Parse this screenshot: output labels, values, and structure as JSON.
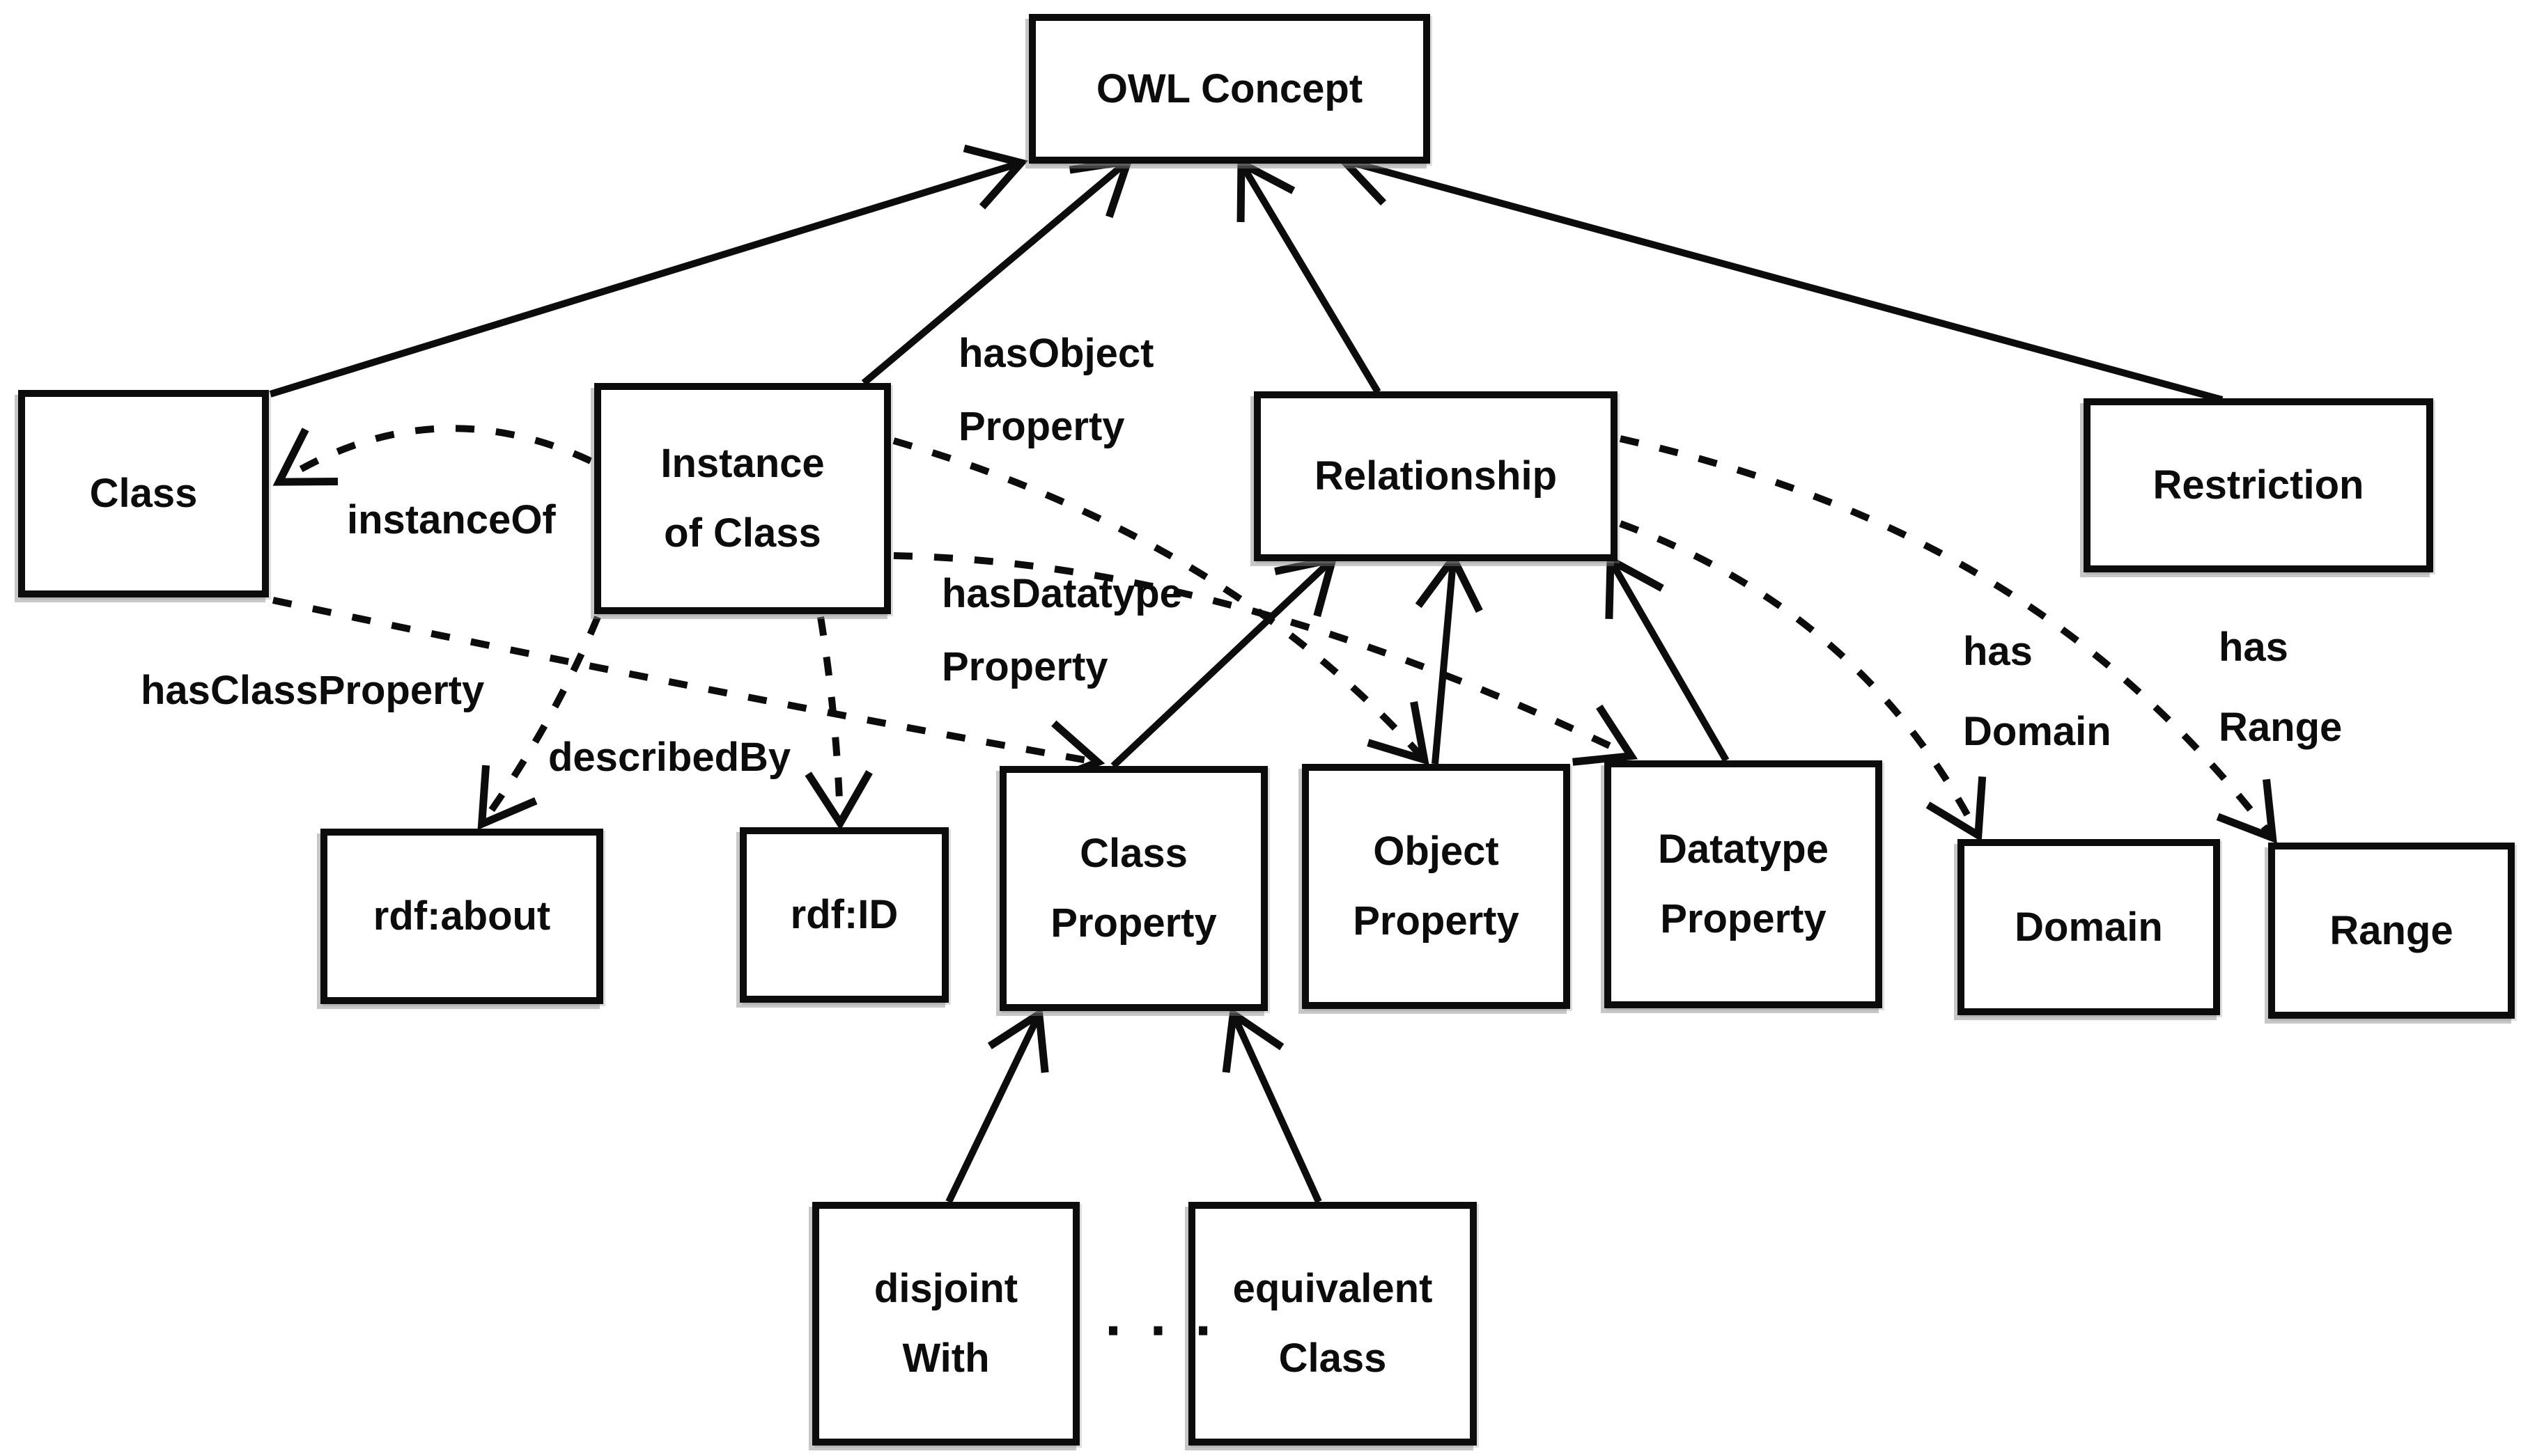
{
  "diagram": {
    "background_color": "#ffffff",
    "ink_color": "#0c0c0c",
    "nodes": {
      "owl_concept": {
        "lines": [
          "OWL Concept"
        ]
      },
      "class": {
        "lines": [
          "Class"
        ]
      },
      "instance_of_class": {
        "lines": [
          "Instance",
          "of Class"
        ]
      },
      "relationship": {
        "lines": [
          "Relationship"
        ]
      },
      "restriction": {
        "lines": [
          "Restriction"
        ]
      },
      "rdf_about": {
        "lines": [
          "rdf:about"
        ]
      },
      "rdf_id": {
        "lines": [
          "rdf:ID"
        ]
      },
      "class_property": {
        "lines": [
          "Class",
          "Property"
        ]
      },
      "object_property": {
        "lines": [
          "Object",
          "Property"
        ]
      },
      "datatype_property": {
        "lines": [
          "Datatype",
          "Property"
        ]
      },
      "domain": {
        "lines": [
          "Domain"
        ]
      },
      "range": {
        "lines": [
          "Range"
        ]
      },
      "disjoint_with": {
        "lines": [
          "disjoint",
          "With"
        ]
      },
      "equivalent_class": {
        "lines": [
          "equivalent",
          "Class"
        ]
      }
    },
    "edge_labels": {
      "instance_of": {
        "lines": [
          "instanceOf"
        ]
      },
      "has_object_property": {
        "lines": [
          "hasObject",
          "Property"
        ]
      },
      "has_datatype_property": {
        "lines": [
          "hasDatatype",
          "Property"
        ]
      },
      "has_class_property": {
        "lines": [
          "hasClassProperty"
        ]
      },
      "described_by": {
        "lines": [
          "describedBy"
        ]
      },
      "has_domain": {
        "lines": [
          "has",
          "Domain"
        ]
      },
      "has_range": {
        "lines": [
          "has",
          "Range"
        ]
      }
    },
    "ellipsis": "· · ·",
    "edges": [
      {
        "from": "class",
        "to": "owl_concept",
        "style": "solid",
        "label": ""
      },
      {
        "from": "instance_of_class",
        "to": "owl_concept",
        "style": "solid",
        "label": ""
      },
      {
        "from": "relationship",
        "to": "owl_concept",
        "style": "solid",
        "label": ""
      },
      {
        "from": "restriction",
        "to": "owl_concept",
        "style": "solid",
        "label": ""
      },
      {
        "from": "class_property",
        "to": "relationship",
        "style": "solid",
        "label": ""
      },
      {
        "from": "object_property",
        "to": "relationship",
        "style": "solid",
        "label": ""
      },
      {
        "from": "datatype_property",
        "to": "relationship",
        "style": "solid",
        "label": ""
      },
      {
        "from": "disjoint_with",
        "to": "class_property",
        "style": "solid",
        "label": ""
      },
      {
        "from": "equivalent_class",
        "to": "class_property",
        "style": "solid",
        "label": ""
      },
      {
        "from": "instance_of_class",
        "to": "class",
        "style": "dashed",
        "label": "instanceOf"
      },
      {
        "from": "class",
        "to": "class_property",
        "style": "dashed",
        "label": "hasClassProperty"
      },
      {
        "from": "instance_of_class",
        "to": "rdf_about",
        "style": "dashed",
        "label": ""
      },
      {
        "from": "instance_of_class",
        "to": "rdf_id",
        "style": "dashed",
        "label": "describedBy"
      },
      {
        "from": "instance_of_class",
        "to": "object_property",
        "style": "dashed",
        "label": "hasObject Property"
      },
      {
        "from": "instance_of_class",
        "to": "datatype_property",
        "style": "dashed",
        "label": "hasDatatype Property"
      },
      {
        "from": "relationship",
        "to": "domain",
        "style": "dashed",
        "label": "has Domain"
      },
      {
        "from": "relationship",
        "to": "range",
        "style": "dashed",
        "label": "has Range"
      }
    ]
  }
}
